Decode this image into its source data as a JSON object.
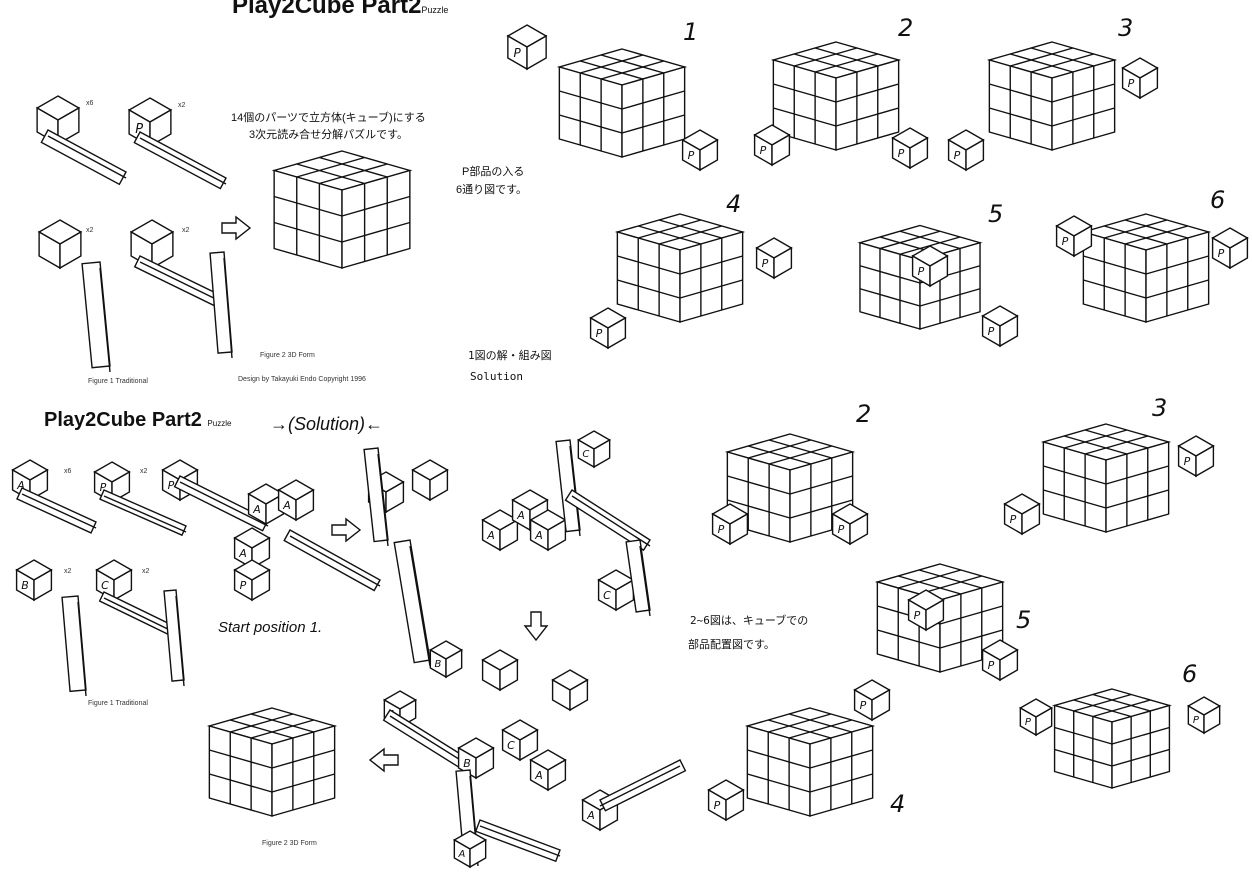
{
  "top": {
    "title": "Play2Cube Part2",
    "title_sub": "Puzzle",
    "description_line1": "14個のパーツで立方体(キューブ)にする",
    "description_line2": "3次元読み合せ分解パズルです。",
    "p_note_line1": "P部品の入る",
    "p_note_line2": "6通り図です。",
    "figure1_caption": "Figure 1 Traditional",
    "figure2_caption": "Figure 2  3D Form",
    "design_credit": "Design by Takayuki Endo  Copyright 1996",
    "solution_jp": "1図の解・組み図",
    "solution_en": "Solution",
    "piece_counts": [
      "x6",
      "x2",
      "x2",
      "x2"
    ],
    "p_label": "P",
    "cube_numbers": [
      "1",
      "2",
      "3",
      "4",
      "5",
      "6"
    ]
  },
  "bottom": {
    "title": "Play2Cube Part2",
    "title_sub": "Puzzle",
    "solution_heading": "→(Solution)←",
    "start_position": "Start position 1.",
    "placement_line1": "2~6図は、キューブでの",
    "placement_line2": "部品配置図です。",
    "figure1_caption": "Figure 1 Traditional",
    "figure2_caption": "Figure 2  3D Form",
    "piece_labels": [
      "A",
      "P",
      "B",
      "C"
    ],
    "piece_counts": [
      "x6",
      "x2",
      "x2",
      "x2"
    ],
    "cube_numbers": [
      "2",
      "3",
      "4",
      "5",
      "6"
    ]
  },
  "colors": {
    "ink": "#111111",
    "paper": "#ffffff"
  }
}
